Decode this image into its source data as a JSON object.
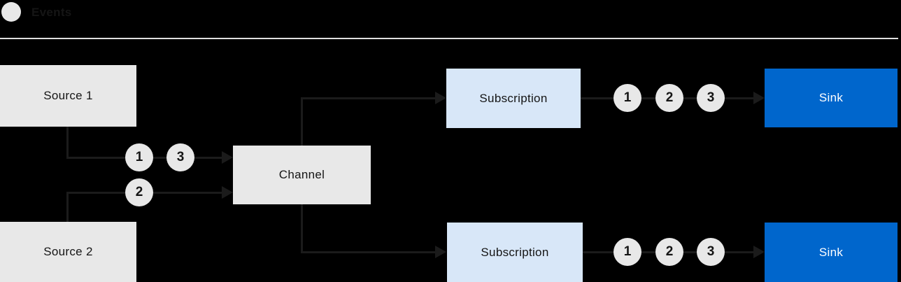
{
  "legend": {
    "label": "Events"
  },
  "colors": {
    "bg": "#000000",
    "box_gray": "#e8e8e8",
    "box_blue_light": "#d8e7f8",
    "box_blue": "#0066cc",
    "line": "#1b1b1b",
    "divider": "#e0e0e0",
    "text_dark": "#151515",
    "text_light": "#ffffff"
  },
  "nodes": {
    "source1": {
      "label": "Source 1"
    },
    "source2": {
      "label": "Source 2"
    },
    "channel": {
      "label": "Channel"
    },
    "subscription1": {
      "label": "Subscription"
    },
    "subscription2": {
      "label": "Subscription"
    },
    "sink1": {
      "label": "Sink"
    },
    "sink2": {
      "label": "Sink"
    }
  },
  "edges": {
    "source1_to_channel": {
      "events": [
        "1",
        "3"
      ]
    },
    "source2_to_channel": {
      "events": [
        "2"
      ]
    },
    "subscription1_to_sink1": {
      "events": [
        "1",
        "2",
        "3"
      ]
    },
    "subscription2_to_sink2": {
      "events": [
        "1",
        "2",
        "3"
      ]
    }
  }
}
